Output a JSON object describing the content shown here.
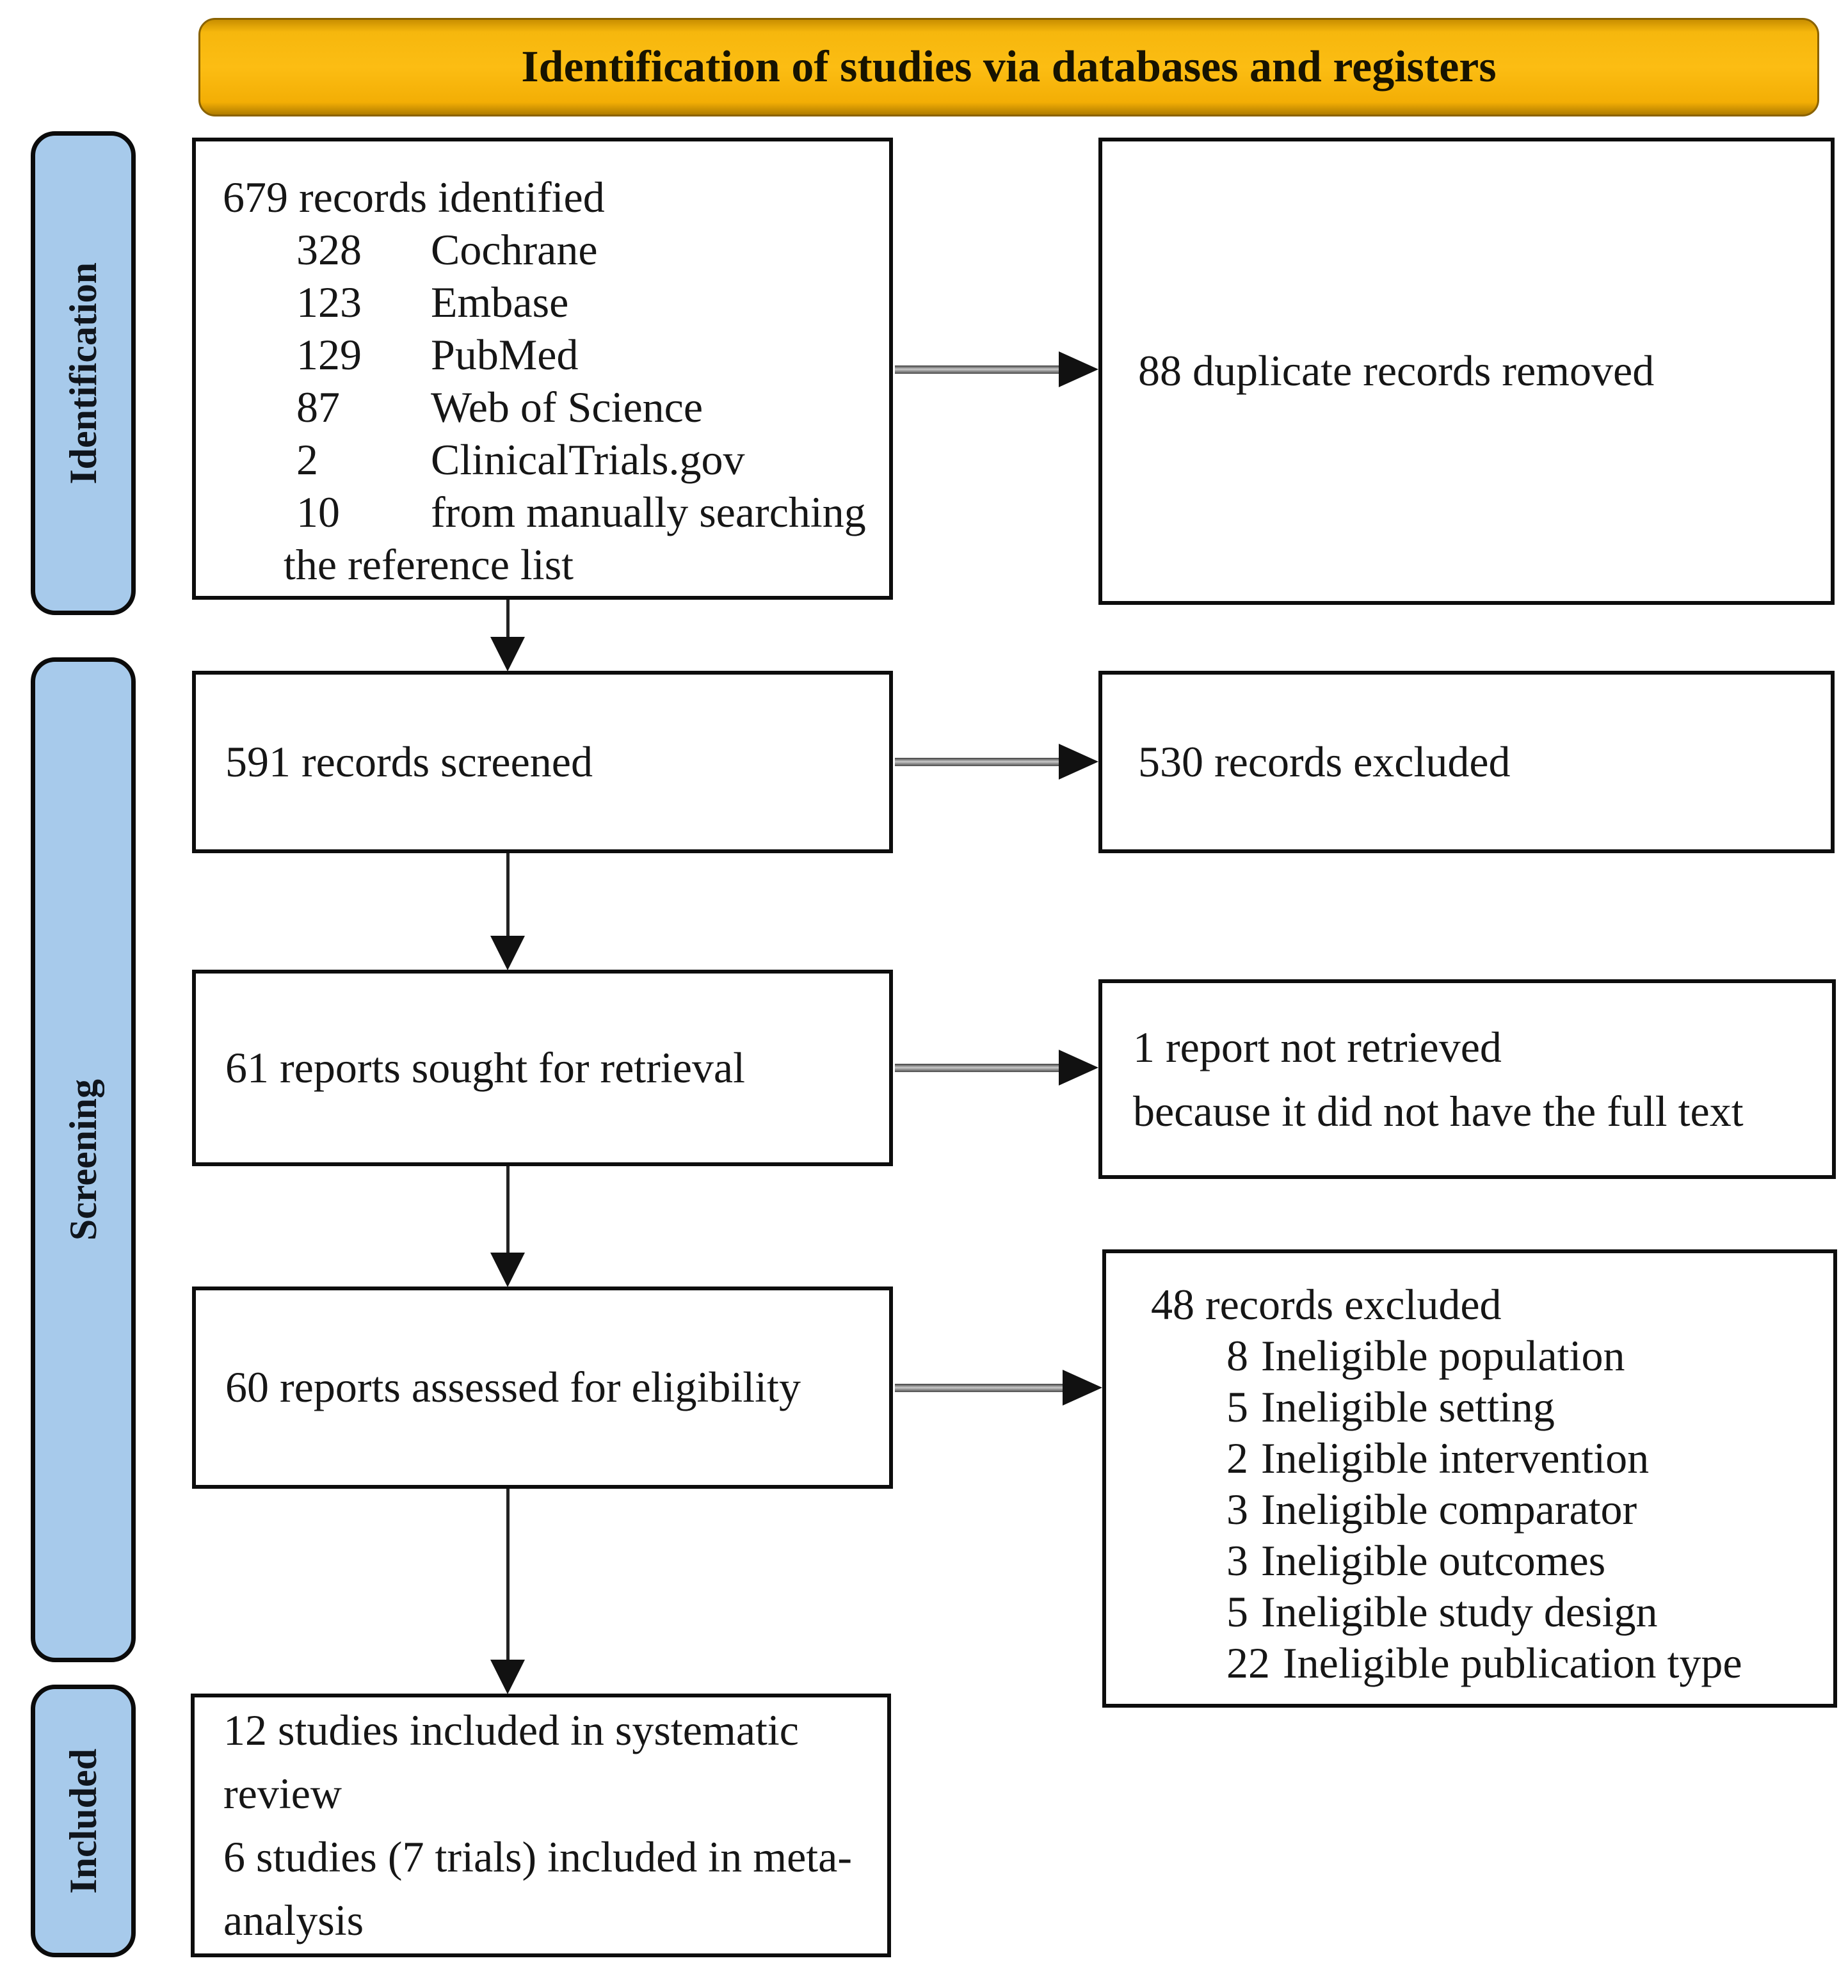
{
  "header": {
    "title": "Identification of studies via databases and registers"
  },
  "sidebar": {
    "identification": "Identification",
    "screening": "Screening",
    "included": "Included"
  },
  "identification_box": {
    "title": "679 records identified",
    "sources": [
      {
        "count": "328",
        "name": "Cochrane"
      },
      {
        "count": "123",
        "name": "Embase"
      },
      {
        "count": "129",
        "name": "PubMed"
      },
      {
        "count": "87",
        "name": "Web of Science"
      },
      {
        "count": "2",
        "name": "ClinicalTrials.gov"
      },
      {
        "count": "10",
        "name": "from manually searching"
      }
    ],
    "continuation": "the reference list"
  },
  "duplicates_box": {
    "text": "88 duplicate records removed"
  },
  "screened_box": {
    "text": "591 records screened"
  },
  "records_excluded_box": {
    "text": "530 records excluded"
  },
  "retrieval_box": {
    "text": "61 reports sought for retrieval"
  },
  "not_retrieved_box": {
    "lines": [
      "1 report not retrieved",
      "because it did not have the full text"
    ]
  },
  "eligibility_box": {
    "text": "60 reports assessed for eligibility"
  },
  "exclusion_reasons_box": {
    "title": "48 records excluded",
    "reasons": [
      {
        "count": "8",
        "reason": "Ineligible population"
      },
      {
        "count": "5",
        "reason": "Ineligible setting"
      },
      {
        "count": "2",
        "reason": "Ineligible intervention"
      },
      {
        "count": "3",
        "reason": "Ineligible comparator"
      },
      {
        "count": "3",
        "reason": "Ineligible outcomes"
      },
      {
        "count": "5",
        "reason": "Ineligible study design"
      },
      {
        "count": "22",
        "reason": "Ineligible publication type"
      }
    ]
  },
  "included_box": {
    "lines": [
      "12 studies included in systematic",
      "review",
      "6 studies (7 trials) included in meta-",
      "analysis"
    ]
  },
  "colors": {
    "banner_bg": "#FBBA12",
    "banner_border": "#8A6200",
    "stage_bg": "#A7CAEB",
    "box_border": "#0D0D0D",
    "arrow": "#111111"
  }
}
